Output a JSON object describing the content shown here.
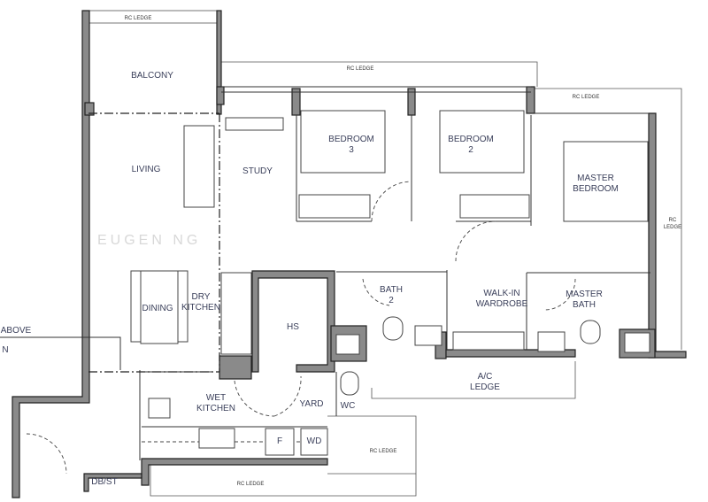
{
  "rooms": {
    "balcony": "BALCONY",
    "living": "LIVING",
    "study": "STUDY",
    "bedroom3": [
      "BEDROOM",
      "3"
    ],
    "bedroom2": [
      "BEDROOM",
      "2"
    ],
    "master_bedroom": [
      "MASTER",
      "BEDROOM"
    ],
    "dining": "DINING",
    "dry_kitchen": [
      "DRY",
      "KITCHEN"
    ],
    "hs": "HS",
    "bath2": [
      "BATH",
      "2"
    ],
    "walk_in_wardrobe": [
      "WALK-IN",
      "WARDROBE"
    ],
    "master_bath": [
      "MASTER",
      "BATH"
    ],
    "ac_ledge": [
      "A/C",
      "LEDGE"
    ],
    "wet_kitchen": [
      "WET",
      "KITCHEN"
    ],
    "yard": "YARD",
    "wc": "WC",
    "fridge": "F",
    "washer_dryer": "WD",
    "db_st": "DB/ST"
  },
  "ledges": {
    "top_balcony": "RC LEDGE",
    "top_bedrooms": "RC LEDGE",
    "top_master": "RC LEDGE",
    "right": [
      "RC",
      "LEDGE"
    ],
    "bottom_yard": "RC LEDGE",
    "bottom_kitchen": "RC LEDGE"
  },
  "annotation": [
    "ABOVE",
    "N"
  ],
  "watermark": "EUGEN NG"
}
